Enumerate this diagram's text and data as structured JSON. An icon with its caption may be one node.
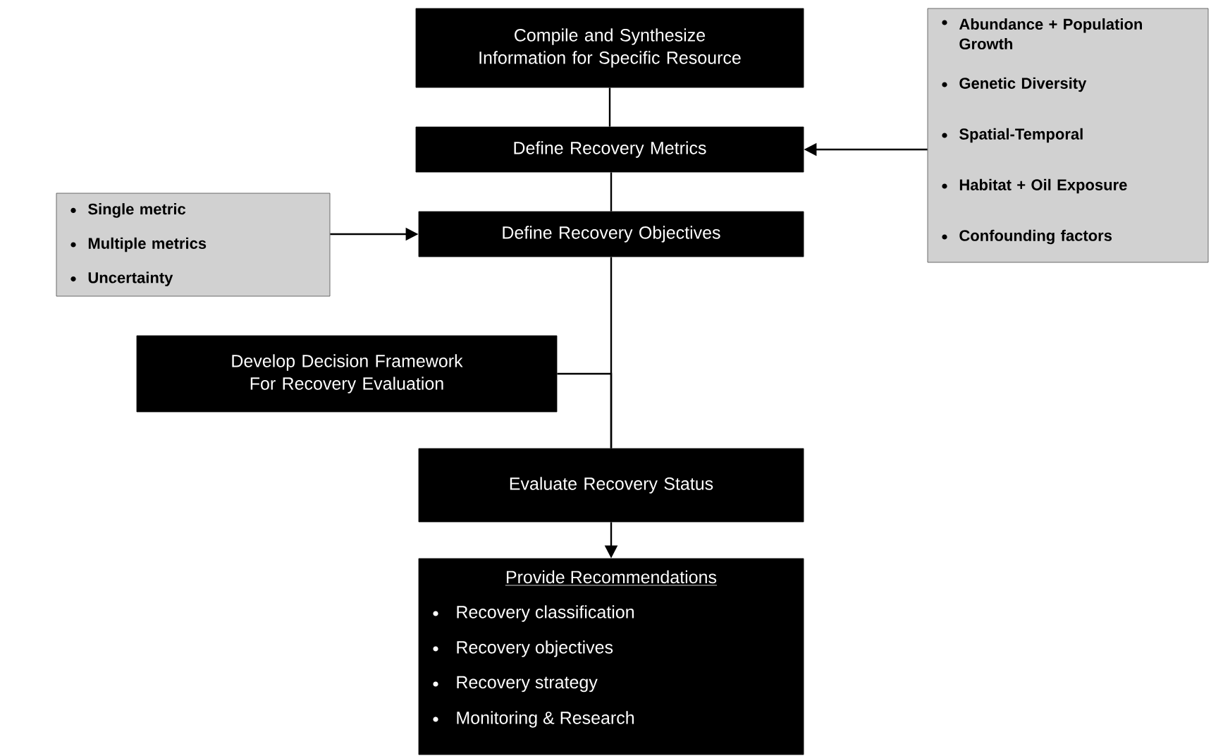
{
  "diagram": {
    "nodes": [
      {
        "text": [
          "Compile and Synthesize Information for Specific Resource"
        ]
      },
      {
        "text": [
          "Define Recovery Metrics"
        ]
      },
      {
        "text": [
          "Define Recovery Objectives"
        ]
      },
      {
        "text": [
          "Single metric",
          "Multiple metrics",
          "Uncertainty"
        ]
      },
      {
        "text": [
          "Abundance + Population Growth",
          "Genetic Diversity",
          "Spatial-Temporal",
          "Habitat + Oil Exposure",
          "Confounding factors"
        ]
      },
      {
        "text": [
          "Develop Decision Framework For Recovery Evaluation"
        ]
      },
      {
        "text": [
          "Evaluate Recovery Status"
        ]
      },
      {
        "text": [
          "Provide Recommendations",
          "Recovery classification",
          "Recovery objectives",
          "Recovery strategy",
          "Monitoring & Research"
        ]
      }
    ],
    "edges": [
      {
        "from": 0,
        "to": 1,
        "arrow": "none"
      },
      {
        "from": 1,
        "to": 2,
        "arrow": "none"
      },
      {
        "from": 4,
        "to": 1,
        "arrow": "to"
      },
      {
        "from": 3,
        "to": 2,
        "arrow": "to"
      },
      {
        "from": 2,
        "to": 6,
        "arrow": "none"
      },
      {
        "from": 5,
        "to": 6,
        "arrow": "none"
      },
      {
        "from": 6,
        "to": 7,
        "arrow": "to"
      }
    ]
  }
}
